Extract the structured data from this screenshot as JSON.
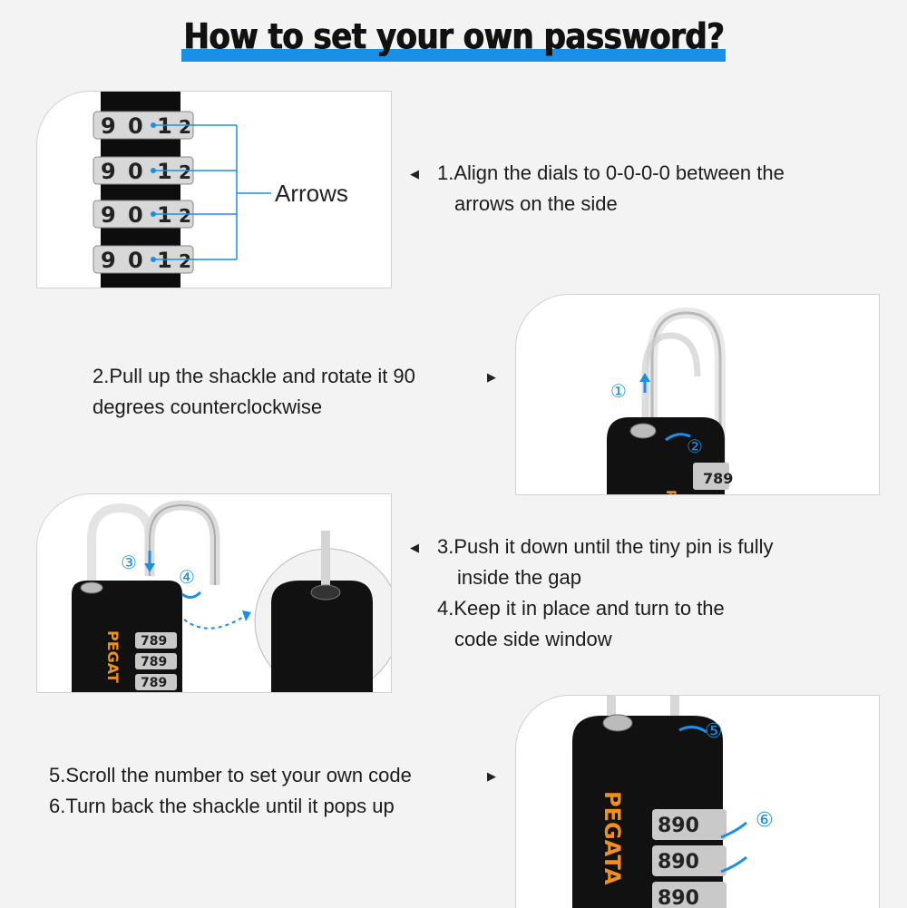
{
  "header": {
    "title": "How to set your own password?"
  },
  "panel1": {
    "callout_label": "Arrows",
    "dial_digits": [
      "9",
      "0",
      "1",
      "2"
    ]
  },
  "steps": {
    "step1": {
      "line1": "1.Align the dials to 0-0-0-0 between the",
      "line2": "arrows on the side"
    },
    "step2": {
      "line1": "2.Pull up the shackle and rotate it 90",
      "line2": "degrees counterclockwise"
    },
    "step34": {
      "line1": "3.Push it down until the tiny pin is fully",
      "line2": "inside the gap",
      "line3": "4.Keep it in place and turn to the",
      "line4": "code side window"
    },
    "step56": {
      "line1": "5.Scroll the number to set your own code",
      "line2": "6.Turn back the shackle until it pops up"
    }
  },
  "markers": {
    "m1": "①",
    "m2": "②",
    "m3": "③",
    "m4": "④",
    "m5": "⑤",
    "m6": "⑥"
  },
  "brand": {
    "name": "PEGATA",
    "partial3": "PEGAT",
    "partial5": "PEGATA"
  },
  "dial_strip": {
    "row1": "789",
    "row2": "789",
    "row3": "789",
    "panel4": "890"
  },
  "colors": {
    "accent": "#1a8fe8",
    "lock_body": "#111111",
    "brand": "#f0901a"
  }
}
